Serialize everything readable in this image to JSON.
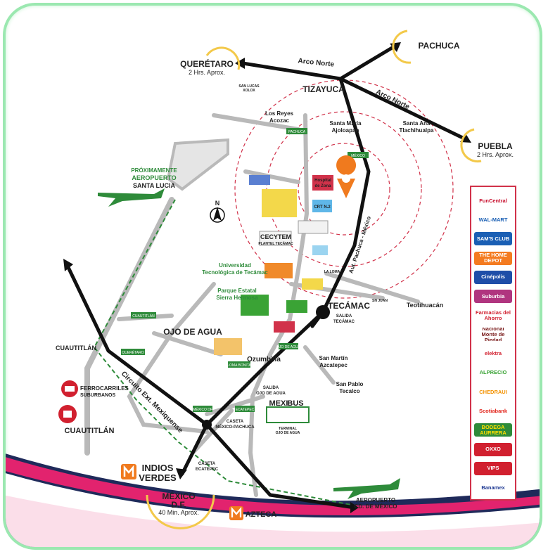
{
  "colors": {
    "frame": "#9be8b0",
    "road_black": "#111111",
    "road_grey": "#b9b9b9",
    "ring_red": "#d1324a",
    "train": "#2e8b3a",
    "wave_pink": "#e2236e",
    "wave_navy": "#1f2a5a",
    "pin": "#f07a1e"
  },
  "icons": {
    "north": "north-arrow-icon",
    "plane": "plane-icon",
    "pin": "location-pin-icon"
  },
  "cities": {
    "queretaro": "QUERÉTARO",
    "queretaro_time": "2 Hrs. Aprox.",
    "pachuca": "PACHUCA",
    "puebla": "PUEBLA",
    "puebla_time": "2 Hrs. Aprox.",
    "mexico": "MÉXICO",
    "mexico_df": "D.F.",
    "mexico_time": "40 Min. Aprox.",
    "cuautitlan": "CUAUTITLÁN",
    "tizayuca": "TIZAYUCA",
    "tecamac": "TECÁMAC",
    "ojo_de_agua": "OJO DE AGUA",
    "teotihuacan": "Teotihuacán"
  },
  "roads": {
    "arco_norte_1": "Arco Norte",
    "arco_norte_2": "Arco Norte",
    "aut_pachuca": "Aut. Pachuca - México",
    "circuito": "Circuito Ext. Mexiquense"
  },
  "places": {
    "san_lucas_1": "SAN LUCAS",
    "san_lucas_2": "XOLOX",
    "los_reyes_1": "Los Reyes",
    "los_reyes_2": "Acozac",
    "santa_maria_1": "Santa María",
    "santa_maria_2": "Ajoloapan",
    "santa_ana_1": "Santa Ana",
    "santa_ana_2": "Tlachihualpa",
    "aeropuerto_sl_1": "PRÓXIMAMENTE",
    "aeropuerto_sl_2": "AEROPUERTO",
    "aeropuerto_sl_3": "SANTA LUCIA",
    "universidad_1": "Universidad",
    "universidad_2": "Tecnológica de Tecámac",
    "parque_1": "Parque Estatal",
    "parque_2": "Sierra Hermosa",
    "cecytem_1": "CECYTEM",
    "cecytem_2": "PLANTEL TECÁMAC",
    "hospital_1": "Hospital",
    "hospital_2": "de Zona",
    "crt": "CRT N.2",
    "salida_tecamac_1": "SALIDA",
    "salida_tecamac_2": "TECÁMAC",
    "ozumbilla": "Ozumbilla",
    "san_martin_1": "San Martín",
    "san_martin_2": "Azcatepec",
    "san_pablo_1": "San Pablo",
    "san_pablo_2": "Tecalco",
    "salida_ojo_1": "SALIDA",
    "salida_ojo_2": "OJO DE AGUA",
    "caseta_mp_1": "CASETA",
    "caseta_mp_2": "MÉXICO-PACHUCA",
    "caseta_ec_1": "CASETA",
    "caseta_ec_2": "ECATEPEC",
    "mexibus_1": "MEXI",
    "mexibus_2": "BUS",
    "terminal_1": "TERMINAL",
    "terminal_2": "OJO DE AGUA",
    "ferro_1": "FERROCARRILES",
    "ferro_2": "SUBURBANOS",
    "cuautitlan_station": "CUAUTITLÁN",
    "indios_1": "INDIOS",
    "indios_2": "VERDES",
    "azteca": "AZTECA",
    "aeropuerto_cdmx_1": "AEROPUERTO",
    "aeropuerto_cdmx_2": "CD. DE MÉXICO",
    "la_loma": "LA LOMA",
    "sn_juan": "SN JUAN"
  },
  "signs": {
    "pachuca": "PACHUCA",
    "mexico": "MÉXICO",
    "cuautitlan": "CUAUTITLÁN",
    "queretaro": "QUERÉTARO",
    "mexico2": "MÉXICO DF",
    "ecatepec": "ECATEPEC",
    "ojo": "OJO DE AGUA",
    "loma": "LOMA BONITA"
  },
  "north": "N",
  "legend": [
    {
      "label": "FunCentral",
      "bg": "#ffffff",
      "fg": "#c8102e"
    },
    {
      "label": "WAL-MART",
      "bg": "#ffffff",
      "fg": "#1a5fb4"
    },
    {
      "label": "SAM'S CLUB",
      "bg": "#1a5fb4",
      "fg": "#ffffff"
    },
    {
      "label": "THE HOME DEPOT",
      "bg": "#f47b20",
      "fg": "#ffffff"
    },
    {
      "label": "Cinépolis",
      "bg": "#1f4ea8",
      "fg": "#ffffff"
    },
    {
      "label": "Suburbia",
      "bg": "#b0357f",
      "fg": "#ffffff"
    },
    {
      "label": "Farmacias del Ahorro",
      "bg": "#ffffff",
      "fg": "#d1202f"
    },
    {
      "label": "Nacional Monte de Piedad",
      "bg": "#ffffff",
      "fg": "#7a1c1c"
    },
    {
      "label": "elektra",
      "bg": "#ffffff",
      "fg": "#d1202f"
    },
    {
      "label": "ALPRECIO",
      "bg": "#ffffff",
      "fg": "#3aa335"
    },
    {
      "label": "CHEDRAUI",
      "bg": "#ffffff",
      "fg": "#f39200"
    },
    {
      "label": "Scotiabank",
      "bg": "#ffffff",
      "fg": "#e2231a"
    },
    {
      "label": "BODEGA AURRERA",
      "bg": "#2e8b3a",
      "fg": "#ffde00"
    },
    {
      "label": "OXXO",
      "bg": "#d1202f",
      "fg": "#ffffff"
    },
    {
      "label": "VIPS",
      "bg": "#d1202f",
      "fg": "#ffffff"
    },
    {
      "label": "Banamex",
      "bg": "#ffffff",
      "fg": "#1f3a93"
    }
  ]
}
